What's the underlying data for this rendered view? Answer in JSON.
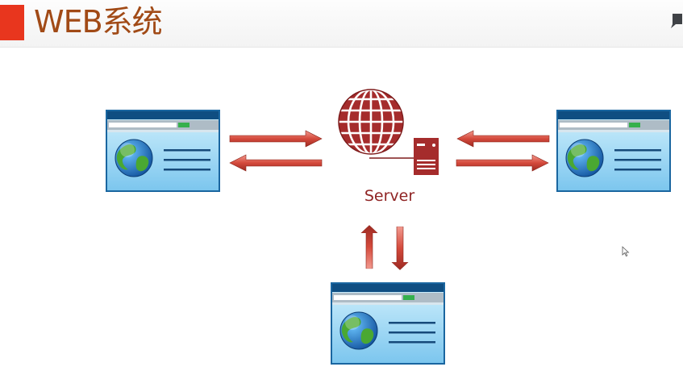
{
  "slide": {
    "title": "WEB系统"
  },
  "server": {
    "label": "Server",
    "icons": [
      "globe-icon",
      "server-tower-icon"
    ]
  },
  "clients": [
    {
      "id": "left",
      "icon": "browser-window-icon"
    },
    {
      "id": "right",
      "icon": "browser-window-icon"
    },
    {
      "id": "bottom",
      "icon": "browser-window-icon"
    }
  ],
  "colors": {
    "title": "#a14a16",
    "title_marker": "#e8361e",
    "arrow": "#d24a3e",
    "server": "#a52c2c",
    "window_frame": "#1e6fa8",
    "window_body": "#a9dcf5"
  }
}
